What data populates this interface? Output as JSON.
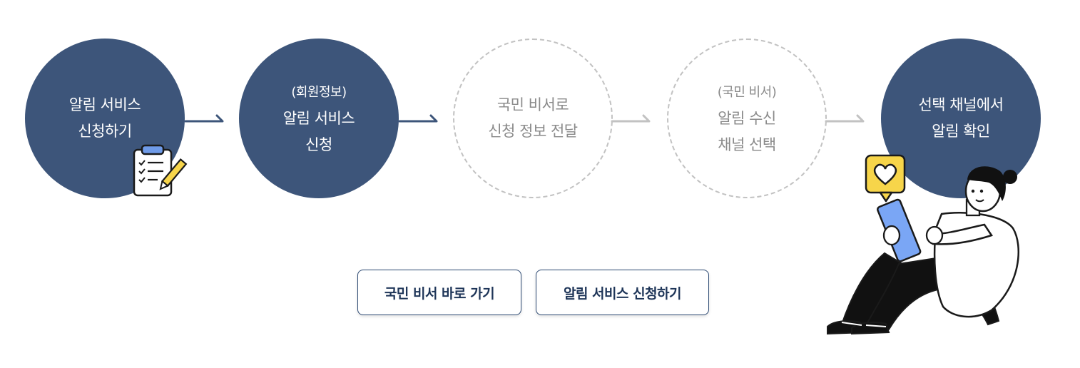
{
  "steps": [
    {
      "lines": [
        "알림 서비스",
        "신청하기"
      ],
      "state": "active"
    },
    {
      "lines": [
        "(회원정보)",
        "알림 서비스",
        "신청"
      ],
      "state": "active"
    },
    {
      "lines": [
        "국민 비서로",
        "신청 정보 전달"
      ],
      "state": "inactive"
    },
    {
      "lines": [
        "(국민 비서)",
        "알림 수신",
        "채널 선택"
      ],
      "state": "inactive"
    },
    {
      "lines": [
        "선택 채널에서",
        "알림 확인"
      ],
      "state": "active"
    }
  ],
  "buttons": {
    "assistant_label": "국민 비서 바로 가기",
    "subscribe_label": "알림 서비스 신청하기"
  },
  "icons": {
    "step1_badge": "clipboard-checklist-pencil-icon",
    "arrow": "arrow-right-icon",
    "illustration": "woman-reading-tablet-heart-icon"
  },
  "colors": {
    "active_fill": "#3d557a",
    "active_arrow": "#3d557a",
    "inactive_border": "#c2c2c2",
    "inactive_text": "#8a8a8a",
    "inactive_arrow": "#c2c2c2",
    "button_border": "#2d4a73",
    "button_text": "#1e3558",
    "tablet": "#7aa6f5",
    "heart_bubble": "#f7d54a"
  }
}
